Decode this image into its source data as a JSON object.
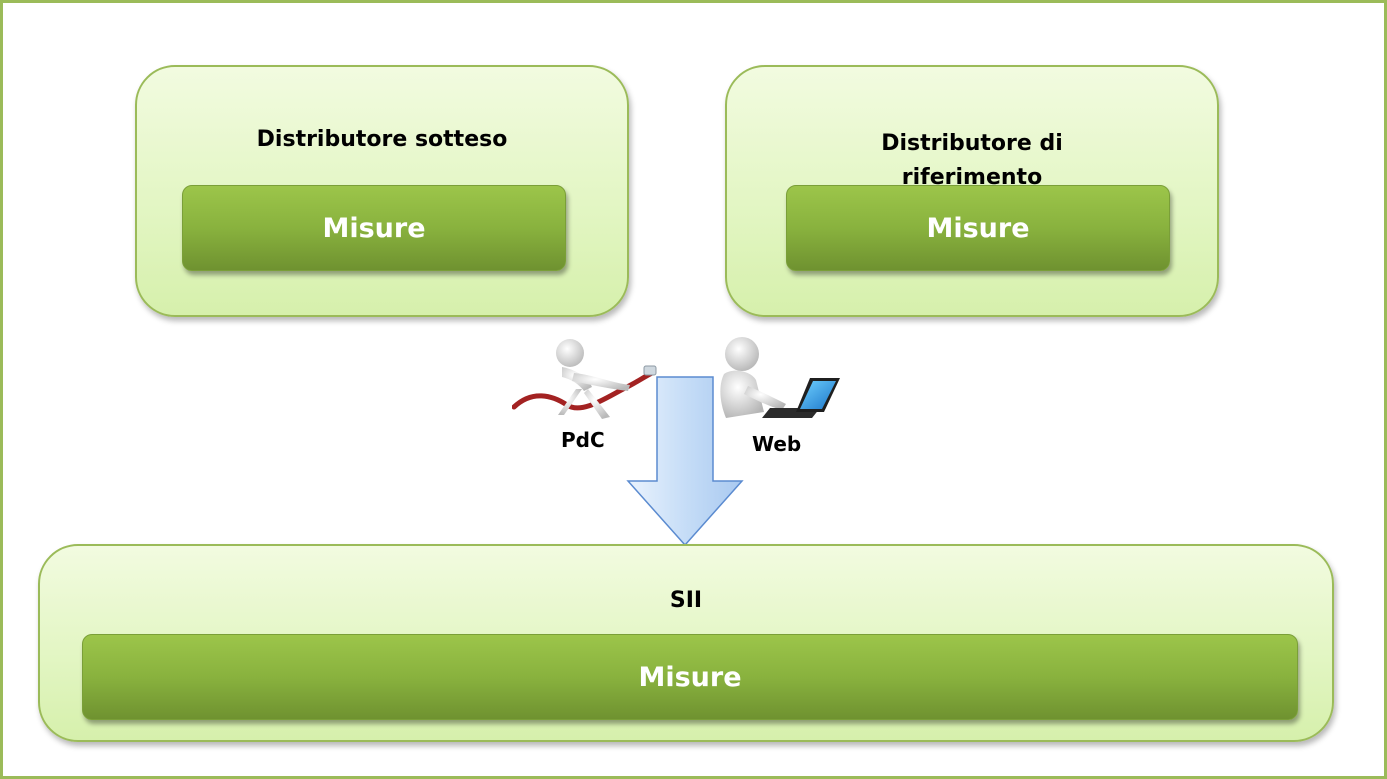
{
  "left_box": {
    "title": "Distributore sotteso",
    "inner_label": "Misure"
  },
  "right_box": {
    "title_line1": "Distributore di",
    "title_line2": "riferimento",
    "inner_label": "Misure"
  },
  "center": {
    "pdc_label": "PdC",
    "web_label": "Web"
  },
  "bottom_box": {
    "title": "SII",
    "inner_label": "Misure"
  },
  "colors": {
    "border": "#9bbb59",
    "box_fill": "#e3f6c4",
    "inner_fill": "#89b23e",
    "arrow_fill": "#c6ddf7",
    "arrow_stroke": "#5b8bd0",
    "cable": "#a32222"
  }
}
